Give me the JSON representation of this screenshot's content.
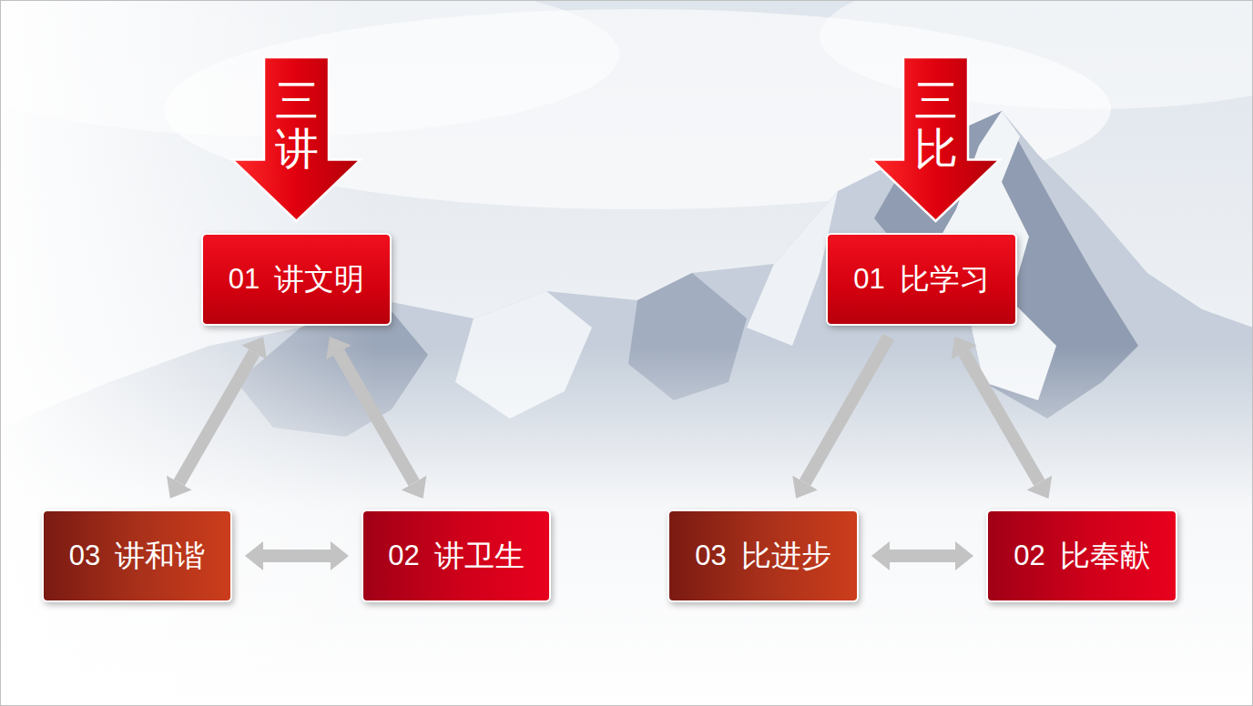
{
  "diagram": {
    "nodes": [
      {
        "text": [
          "三讲"
        ]
      },
      {
        "text": [
          "01",
          "讲文明"
        ]
      },
      {
        "text": [
          "02",
          "讲卫生"
        ]
      },
      {
        "text": [
          "03",
          "讲和谐"
        ]
      },
      {
        "text": [
          "三比"
        ]
      },
      {
        "text": [
          "01",
          "比学习"
        ]
      },
      {
        "text": [
          "02",
          "比奉献"
        ]
      },
      {
        "text": [
          "03",
          "比进步"
        ]
      }
    ],
    "edges": [
      {
        "from": 1,
        "to": 3,
        "arrow": "both"
      },
      {
        "from": 1,
        "to": 2,
        "arrow": "both"
      },
      {
        "from": 3,
        "to": 2,
        "arrow": "both"
      },
      {
        "from": 5,
        "to": 7,
        "arrow": "to"
      },
      {
        "from": 5,
        "to": 6,
        "arrow": "both"
      },
      {
        "from": 7,
        "to": 6,
        "arrow": "both"
      }
    ]
  }
}
